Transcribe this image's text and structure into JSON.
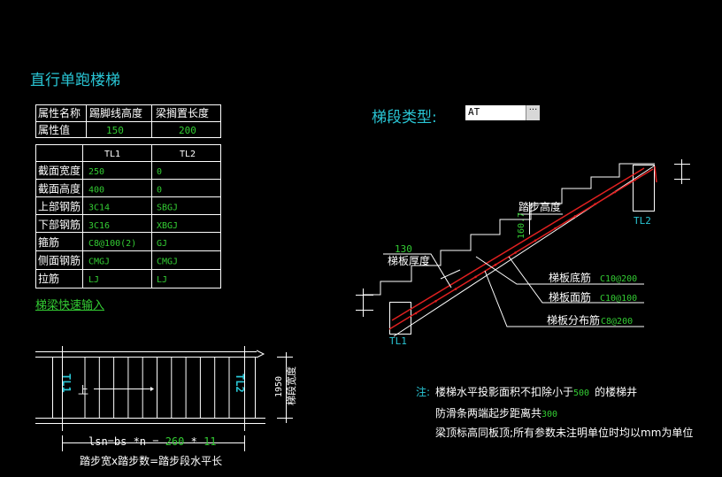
{
  "title": "直行单跑楼梯",
  "stair_type": {
    "label": "梯段类型:",
    "value": "AT",
    "button": "···"
  },
  "quick_input_link": "梯梁快速输入",
  "attr_table": {
    "row_header": "属性名称",
    "row_value": "属性值",
    "cols": [
      {
        "name": "踢脚线高度",
        "value": "150"
      },
      {
        "name": "梁搁置长度",
        "value": "200"
      }
    ]
  },
  "beam_table": {
    "columns": [
      "TL1",
      "TL2"
    ],
    "rows": [
      {
        "label": "截面宽度",
        "tl1": "250",
        "tl2": "0"
      },
      {
        "label": "截面高度",
        "tl1": "400",
        "tl2": "0"
      },
      {
        "label": "上部钢筋",
        "tl1": "3C14",
        "tl2": "SBGJ"
      },
      {
        "label": "下部钢筋",
        "tl1": "3C16",
        "tl2": "XBGJ"
      },
      {
        "label": "箍筋",
        "tl1": "C8@100(2)",
        "tl2": "GJ"
      },
      {
        "label": "侧面钢筋",
        "tl1": "CMGJ",
        "tl2": "CMGJ"
      },
      {
        "label": "拉筋",
        "tl1": "LJ",
        "tl2": "LJ"
      }
    ]
  },
  "plan": {
    "tl1": "TL1",
    "tl2": "TL2",
    "up": "上",
    "width_value": "1950",
    "width_label": "梯段宽度",
    "formula_prefix": "lsn=bs *n = ",
    "formula_bs": "260",
    "formula_star": " * ",
    "formula_n": "11",
    "caption": "踏步宽x踏步数=踏步段水平长"
  },
  "section": {
    "step_height_value": "160.7",
    "step_height_label": "踏步高度",
    "thickness_value": "130",
    "thickness_label": "梯板厚度",
    "tl1": "TL1",
    "tl2": "TL2",
    "bottom_bar_label": "梯板底筋",
    "bottom_bar_value": "C10@200",
    "top_bar_label": "梯板面筋",
    "top_bar_value": "C10@100",
    "dist_bar_label": "梯板分布筋",
    "dist_bar_value": "C8@200"
  },
  "notes": {
    "prefix": "注:",
    "line1_a": "楼梯水平投影面积不扣除小于",
    "line1_val": "500",
    "line1_b": "的楼梯井",
    "line2_a": "防滑条两端起步距离共",
    "line2_val": "300",
    "line3": "梁顶标高同板顶;所有参数未注明单位时均以mm为单位"
  },
  "colors": {
    "cyan": "#29c5d4",
    "green": "#33cc33",
    "red": "#e02020",
    "white": "#ffffff",
    "bg": "#000000"
  }
}
